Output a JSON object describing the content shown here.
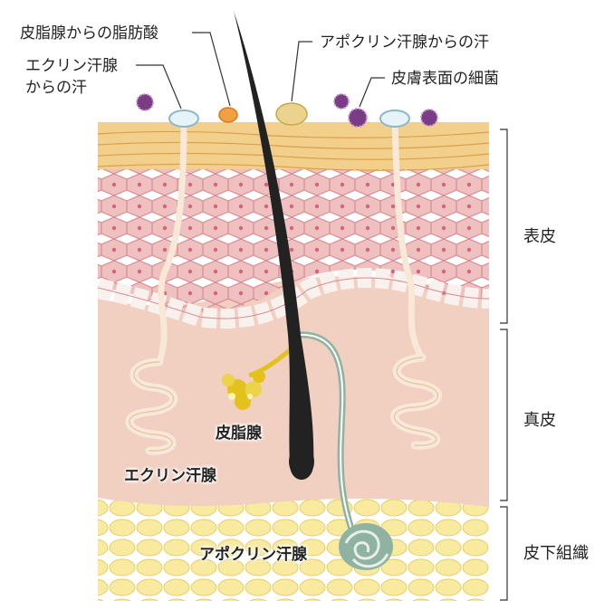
{
  "labels": {
    "sebum": "皮脂腺からの脂肪酸",
    "apocrine_sweat": "アポクリン汗腺からの汗",
    "eccrine_sweat_line1": "エクリン汗腺",
    "eccrine_sweat_line2": "からの汗",
    "bacteria": "皮膚表面の細菌",
    "sebaceous_gland": "皮脂腺",
    "eccrine_gland": "エクリン汗腺",
    "apocrine_gland": "アポクリン汗腺"
  },
  "layers": {
    "epidermis": "表皮",
    "dermis": "真皮",
    "subcutis": "皮下組織"
  },
  "colors": {
    "surface": "#f3cf8c",
    "epidermis": "#eab7b7",
    "dermis": "#f1cfc1",
    "subcutis": "#f6e59a",
    "hair": "#222222",
    "sebaceous": "#e3c21e",
    "apocrine_duct": "#8fb3a0",
    "eccrine_duct": "#f7e8d8",
    "bacteria": "#7b3c86"
  }
}
